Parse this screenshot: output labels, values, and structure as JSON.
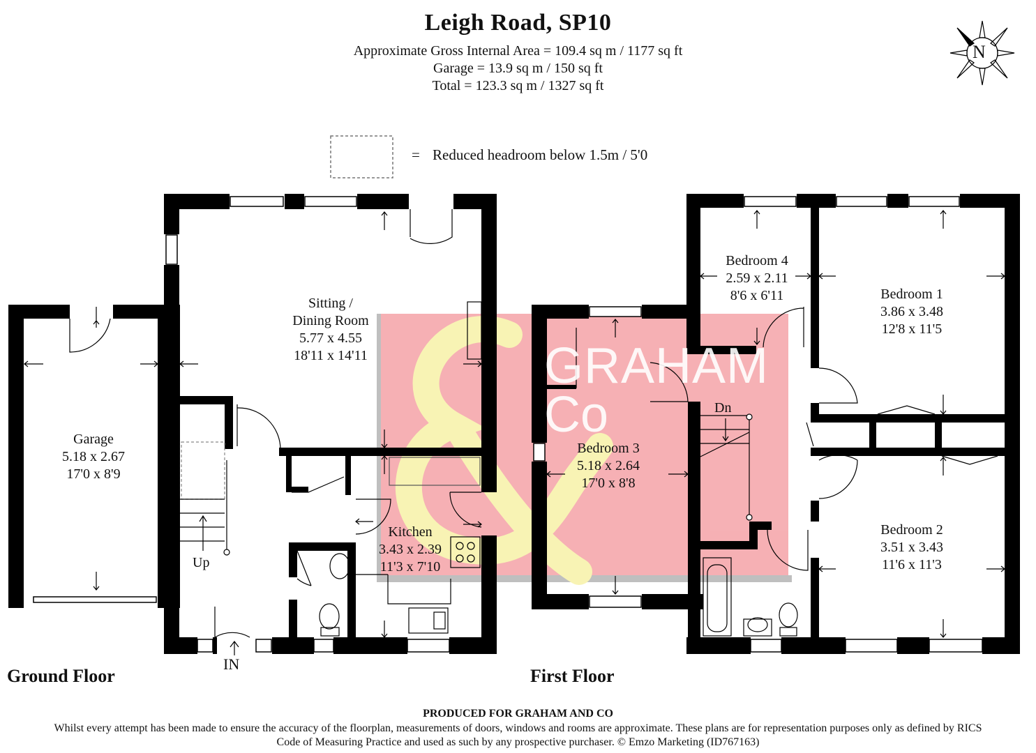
{
  "header": {
    "title": "Leigh Road, SP10",
    "area_lines": [
      "Approximate Gross Internal Area = 109.4 sq m / 1177 sq ft",
      "Garage = 13.9 sq m / 150 sq ft",
      "Total = 123.3 sq m / 1327 sq ft"
    ]
  },
  "compass": {
    "label": "N"
  },
  "legend": {
    "equals": "=",
    "text": "Reduced headroom below 1.5m / 5'0"
  },
  "ground_floor": {
    "label": "Ground Floor",
    "rooms": {
      "garage": {
        "name": "Garage",
        "metric": "5.18 x 2.67",
        "imperial": "17'0 x 8'9"
      },
      "sitting": {
        "name1": "Sitting /",
        "name2": "Dining Room",
        "metric": "5.77 x 4.55",
        "imperial": "18'11 x 14'11"
      },
      "kitchen": {
        "name": "Kitchen",
        "metric": "3.43 x 2.39",
        "imperial": "11'3 x 7'10"
      }
    },
    "stairs_label": "Up",
    "entrance_label": "IN"
  },
  "first_floor": {
    "label": "First Floor",
    "rooms": {
      "bedroom4": {
        "name": "Bedroom 4",
        "metric": "2.59 x 2.11",
        "imperial": "8'6 x 6'11"
      },
      "bedroom1": {
        "name": "Bedroom 1",
        "metric": "3.86 x 3.48",
        "imperial": "12'8 x 11'5"
      },
      "bedroom3": {
        "name": "Bedroom 3",
        "metric": "5.18 x 2.64",
        "imperial": "17'0 x 8'8"
      },
      "bedroom2": {
        "name": "Bedroom 2",
        "metric": "3.51 x 3.43",
        "imperial": "11'6 x 11'3"
      }
    },
    "stairs_label": "Dn"
  },
  "watermark": {
    "word1": "GRAHAM",
    "word2": "Co",
    "colors": {
      "box": "#f5a3a8",
      "ampersand": "#f7f2a8"
    }
  },
  "footer": {
    "title": "PRODUCED FOR GRAHAM AND CO",
    "text": "Whilst every attempt has been made to ensure the accuracy of the floorplan, measurements of doors, windows and rooms are approximate. These plans are for representation purposes only as defined by RICS Code of Measuring Practice and used as such by any prospective purchaser. © Emzo Marketing (ID767163)"
  },
  "colors": {
    "wall": "#000000",
    "background": "#ffffff"
  }
}
